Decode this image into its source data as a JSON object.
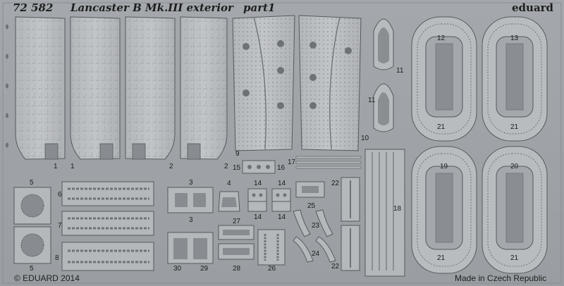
{
  "header": {
    "code": "72 582",
    "title": "Lancaster B Mk.III exterior",
    "part": "part1",
    "brand": "eduard"
  },
  "footer": {
    "copyright": "© EDUARD 2014",
    "origin": "Made in Czech Republic"
  },
  "part_numbers": [
    "1",
    "1",
    "2",
    "2",
    "9",
    "10",
    "11",
    "11",
    "12",
    "13",
    "21",
    "21",
    "5",
    "5",
    "6",
    "7",
    "8",
    "3",
    "3",
    "4",
    "14",
    "14",
    "14",
    "14",
    "15",
    "16",
    "17",
    "18",
    "19",
    "20",
    "21",
    "21",
    "22",
    "22",
    "23",
    "24",
    "25",
    "26",
    "27",
    "28",
    "29",
    "30"
  ],
  "colors": {
    "fret": "#9ea2a6",
    "metal_light": "#b9bcbf",
    "metal_dark": "#6e7276",
    "outline": "#55595d",
    "text": "#1e1e1e"
  }
}
